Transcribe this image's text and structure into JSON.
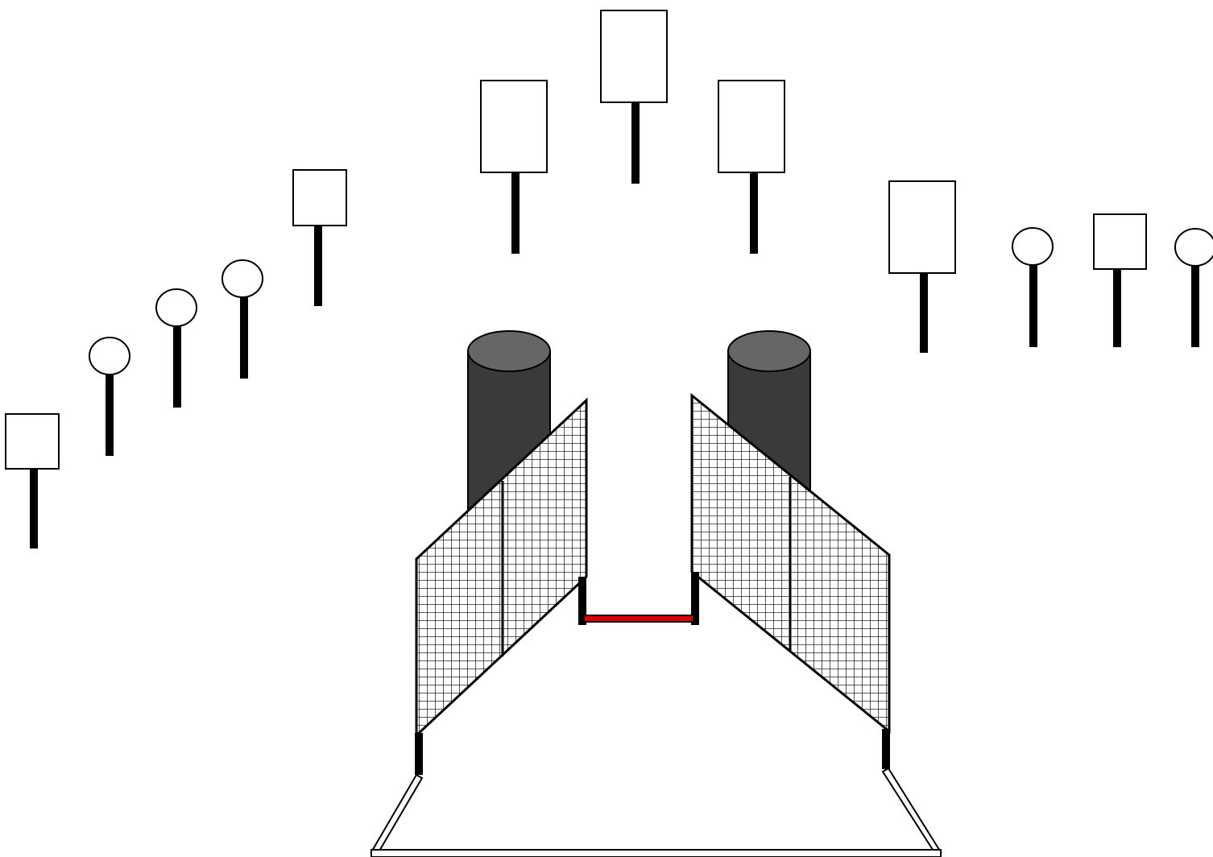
{
  "diagram": {
    "description_text": "",
    "colors": {
      "background": "#ffffff",
      "outline": "#000000",
      "post": "#000000",
      "cylinder_body": "#3a3a3a",
      "cylinder_top": "#666666",
      "red_bar": "#e00000",
      "net_fill": "#ffffff"
    },
    "signs": [
      {
        "shape": "square-sign"
      },
      {
        "shape": "round-sign"
      },
      {
        "shape": "round-sign"
      },
      {
        "shape": "round-sign"
      },
      {
        "shape": "square-sign"
      },
      {
        "shape": "rectangle-sign"
      },
      {
        "shape": "rectangle-sign"
      },
      {
        "shape": "rectangle-sign"
      },
      {
        "shape": "rectangle-sign"
      },
      {
        "shape": "round-sign"
      },
      {
        "shape": "square-sign"
      },
      {
        "shape": "round-sign"
      }
    ],
    "components": [
      "left-cylinder",
      "right-cylinder",
      "left-net",
      "right-net",
      "red-bar",
      "platform-base"
    ]
  }
}
